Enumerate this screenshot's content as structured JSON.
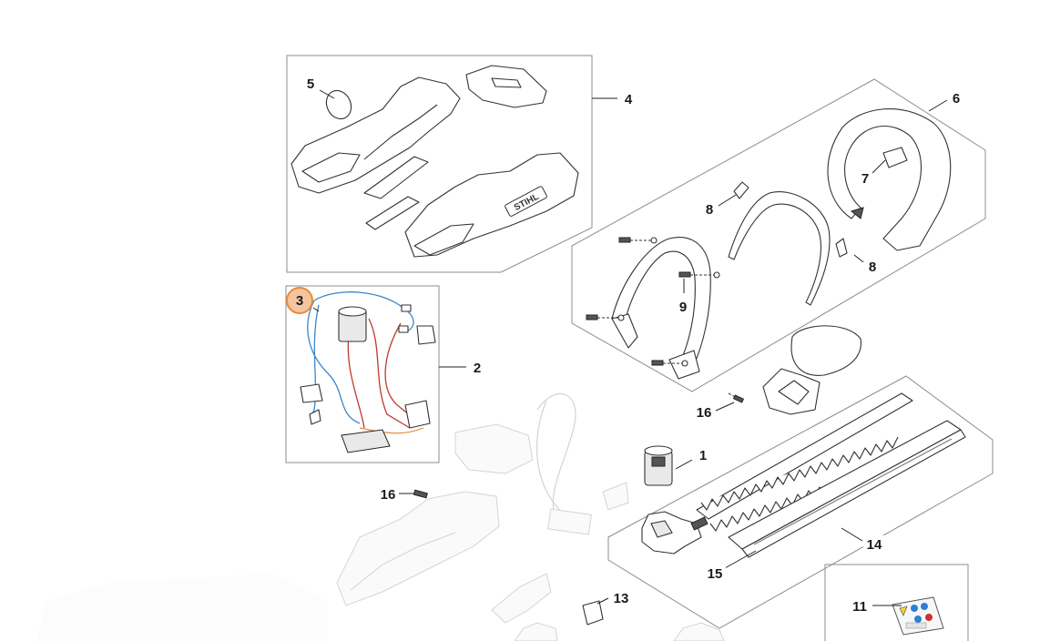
{
  "callouts": {
    "c1": "1",
    "c2": "2",
    "c3": "3",
    "c4": "4",
    "c5": "5",
    "c6": "6",
    "c7": "7",
    "c8a": "8",
    "c8b": "8",
    "c9": "9",
    "c11": "11",
    "c13": "13",
    "c14": "14",
    "c15": "15",
    "c16a": "16",
    "c16b": "16"
  },
  "decal": {
    "brand": "STIHL"
  },
  "colors": {
    "highlight_fill": "#f4c59e",
    "highlight_stroke": "#e8893a",
    "wire_blue": "#3a86c8",
    "wire_red": "#c0392b",
    "wire_orange": "#e08a3a",
    "icon_blue": "#2d7fd3",
    "icon_red": "#d0312d",
    "icon_yellow": "#f3d23a"
  }
}
